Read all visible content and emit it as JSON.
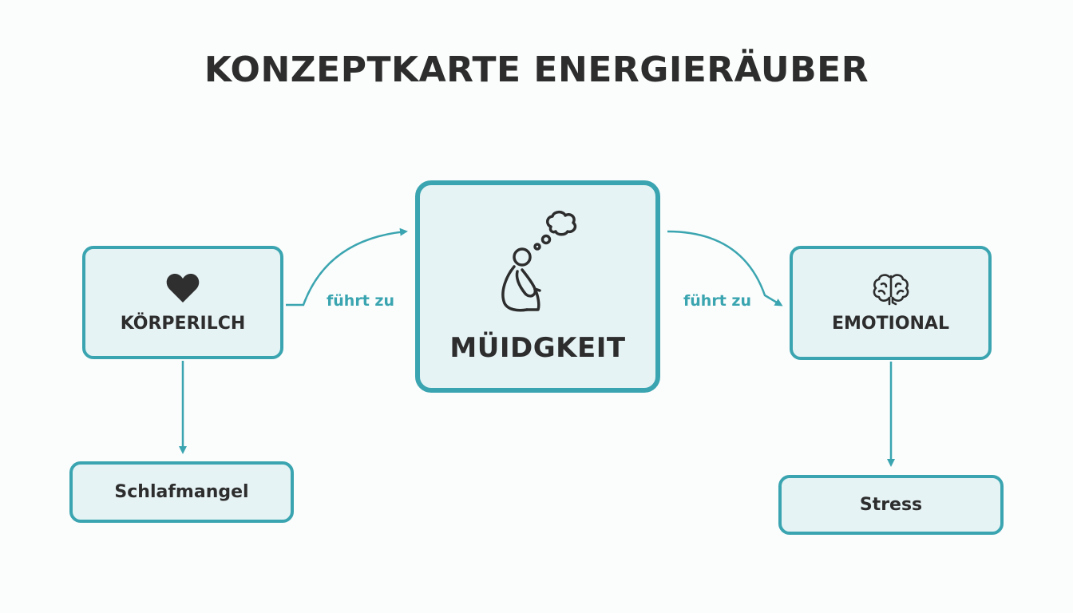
{
  "title": "KONZEPTKARTE ENERGIERÄUBER",
  "nodes": {
    "physical": {
      "label": "KÖRPERILCH",
      "icon": "heart-icon"
    },
    "center": {
      "label": "MÜIDGKEIT",
      "icon": "tired-person-thought-bubble-icon"
    },
    "emotional": {
      "label": "EMOTIONAL",
      "icon": "brain-icon"
    },
    "sleep": {
      "label": "Schlafmangel"
    },
    "stress": {
      "label": "Stress"
    }
  },
  "edges": {
    "left_label": "führt zu",
    "right_label": "führt zu"
  },
  "colors": {
    "accent": "#3aa5b0",
    "node_fill": "#e6f3f5",
    "text": "#2d2d2d"
  }
}
